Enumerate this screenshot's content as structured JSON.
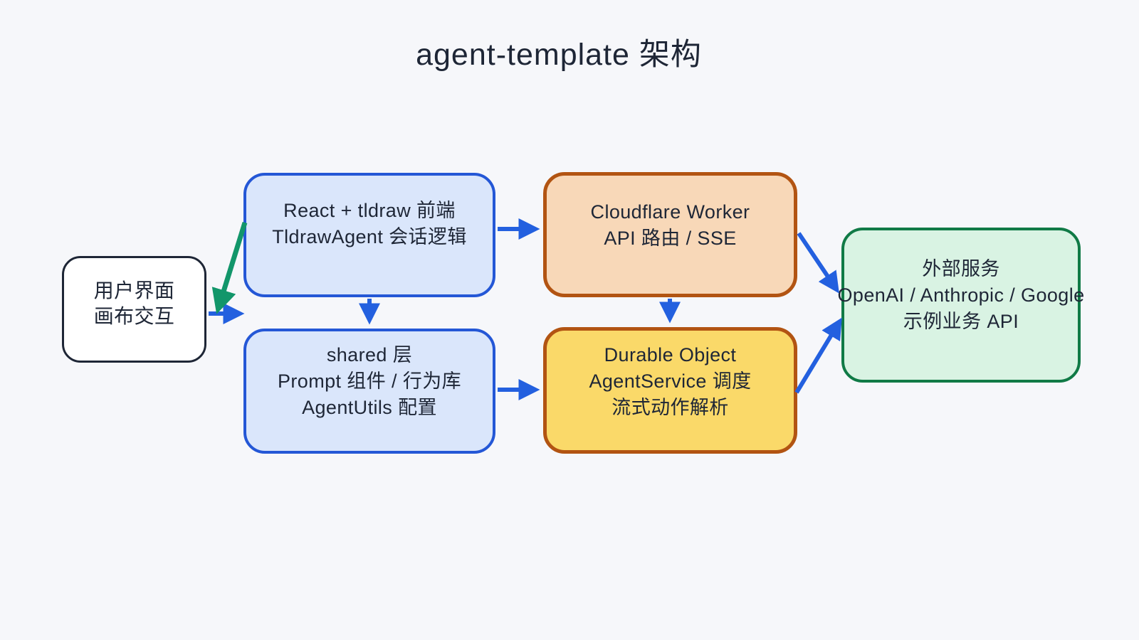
{
  "title": "agent-template 架构",
  "colors": {
    "background": "#f6f7fa",
    "text": "#1e2636",
    "arrow_blue": "#2360df",
    "arrow_green": "#12966a",
    "blue_node_fill": "#dae6fb",
    "blue_node_border": "#2457d6",
    "orange_node_border": "#b25412",
    "peach_fill": "#f8d8b8",
    "yellow_fill": "#fad969",
    "green_node_fill": "#d9f3e3",
    "green_node_border": "#107a46",
    "white_node_border": "#1e2636"
  },
  "nodes": {
    "user": {
      "lines": [
        "用户界面",
        "画布交互"
      ]
    },
    "frontend": {
      "lines": [
        "React + tldraw 前端",
        "TldrawAgent 会话逻辑"
      ]
    },
    "worker": {
      "lines": [
        "Cloudflare Worker",
        "API 路由 / SSE"
      ]
    },
    "shared": {
      "lines": [
        "shared 层",
        "Prompt 组件 / 行为库",
        "AgentUtils 配置"
      ]
    },
    "durable": {
      "lines": [
        "Durable Object",
        "AgentService 调度",
        "流式动作解析"
      ]
    },
    "external": {
      "lines": [
        "外部服务",
        "OpenAI / Anthropic / Google",
        "示例业务 API"
      ]
    }
  },
  "edges": [
    {
      "from": "user",
      "to": "frontend",
      "color": "#2360df"
    },
    {
      "from": "frontend",
      "to": "user",
      "color": "#12966a"
    },
    {
      "from": "frontend",
      "to": "worker",
      "color": "#2360df"
    },
    {
      "from": "frontend",
      "to": "shared",
      "color": "#2360df"
    },
    {
      "from": "worker",
      "to": "durable",
      "color": "#2360df"
    },
    {
      "from": "shared",
      "to": "durable",
      "color": "#2360df"
    },
    {
      "from": "worker",
      "to": "external",
      "color": "#2360df"
    },
    {
      "from": "durable",
      "to": "external",
      "color": "#2360df"
    }
  ]
}
